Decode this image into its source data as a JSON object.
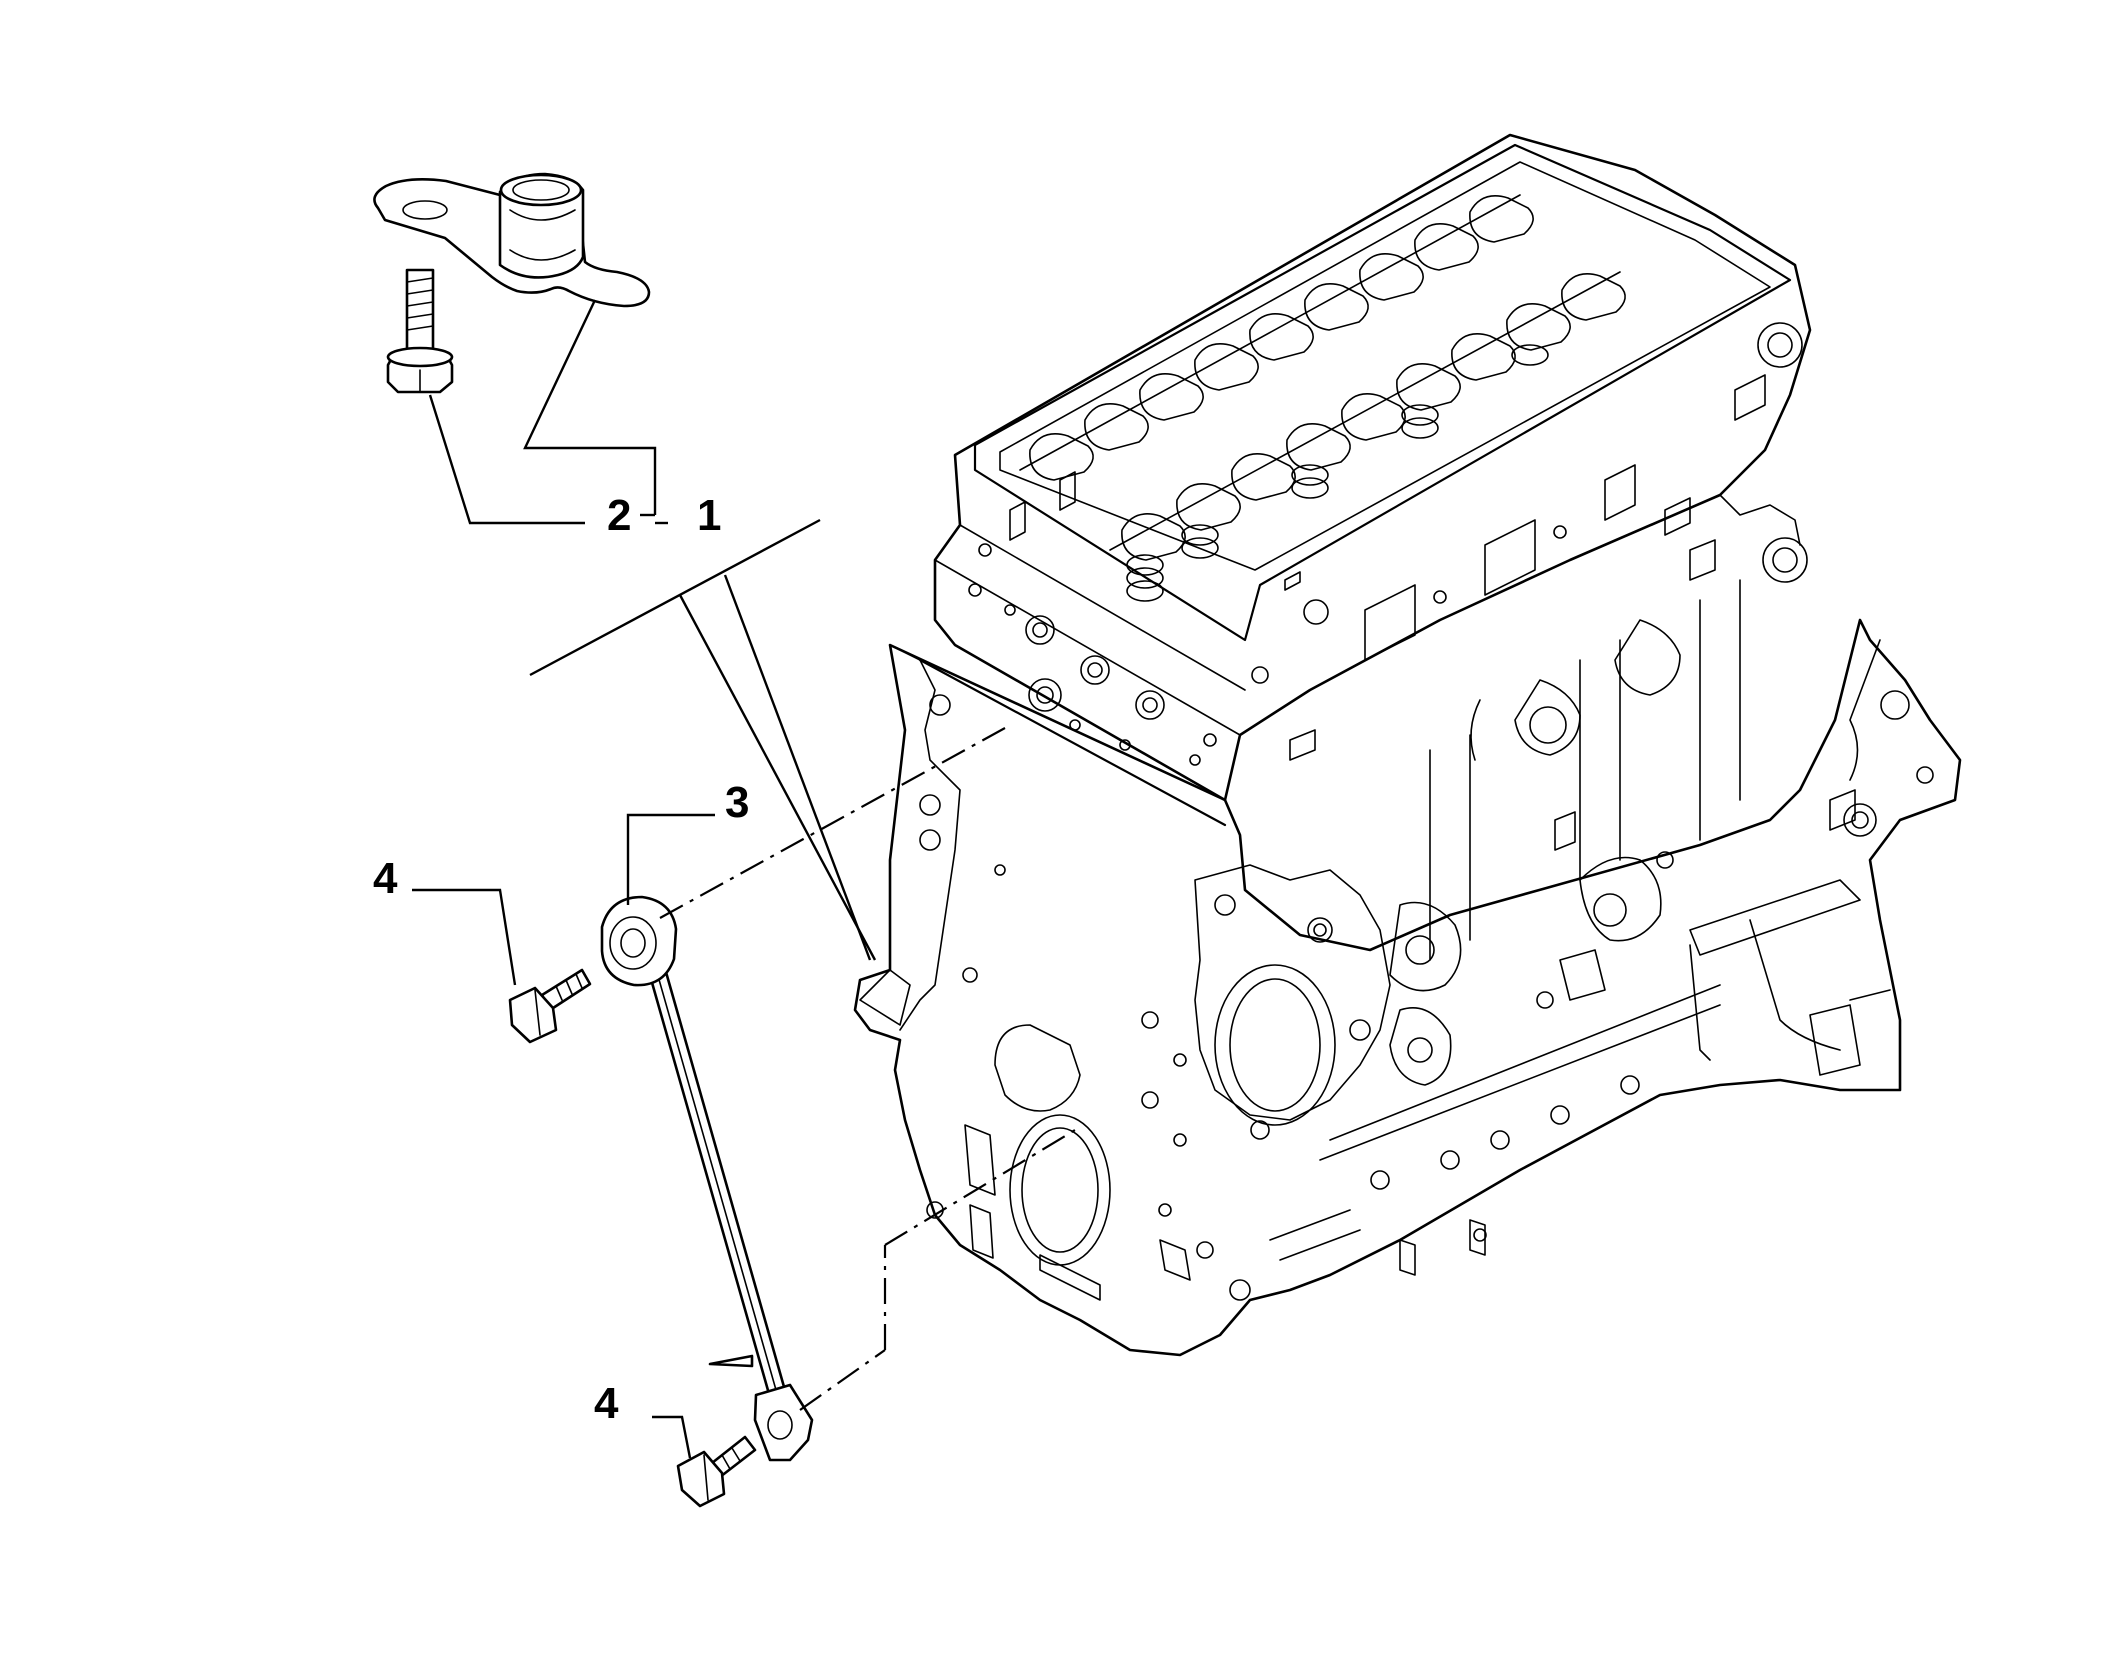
{
  "diagram": {
    "callouts": [
      {
        "id": "c1",
        "text": "1"
      },
      {
        "id": "c2",
        "text": "2"
      },
      {
        "id": "c3",
        "text": "3"
      },
      {
        "id": "c4a",
        "text": "4"
      },
      {
        "id": "c4b",
        "text": "4"
      }
    ]
  }
}
